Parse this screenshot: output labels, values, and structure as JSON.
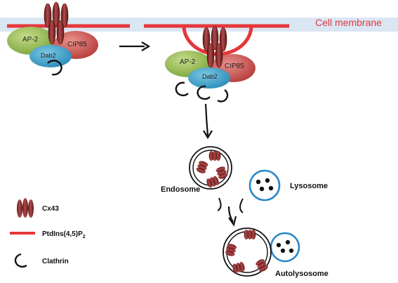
{
  "diagram": {
    "membrane_label": "Cell membrane",
    "complex_left": {
      "ap2": "AP-2",
      "cip85": "CIP85",
      "dab2": "Dab2"
    },
    "complex_right": {
      "ap2": "AP-2",
      "cip85": "CIP85",
      "dab2": "Dab2"
    },
    "endosome_label": "Endosome",
    "lysosome_label": "Lysosome",
    "autolysosome_label": "Autolysosome"
  },
  "legend": {
    "cx43": "Cx43",
    "ptdins_base": "PtdIns(4,5)P",
    "ptdins_sub": "2",
    "clathrin": "Clathrin"
  },
  "colors": {
    "membrane_band": "#d9e4f2",
    "pip2_red": "#e5373b",
    "cx43": "#8c2a2a",
    "ap2": "#8fb84a",
    "cip85": "#c84845",
    "dab2": "#3aa0c8",
    "lysosome_ring": "#2a86c8"
  }
}
